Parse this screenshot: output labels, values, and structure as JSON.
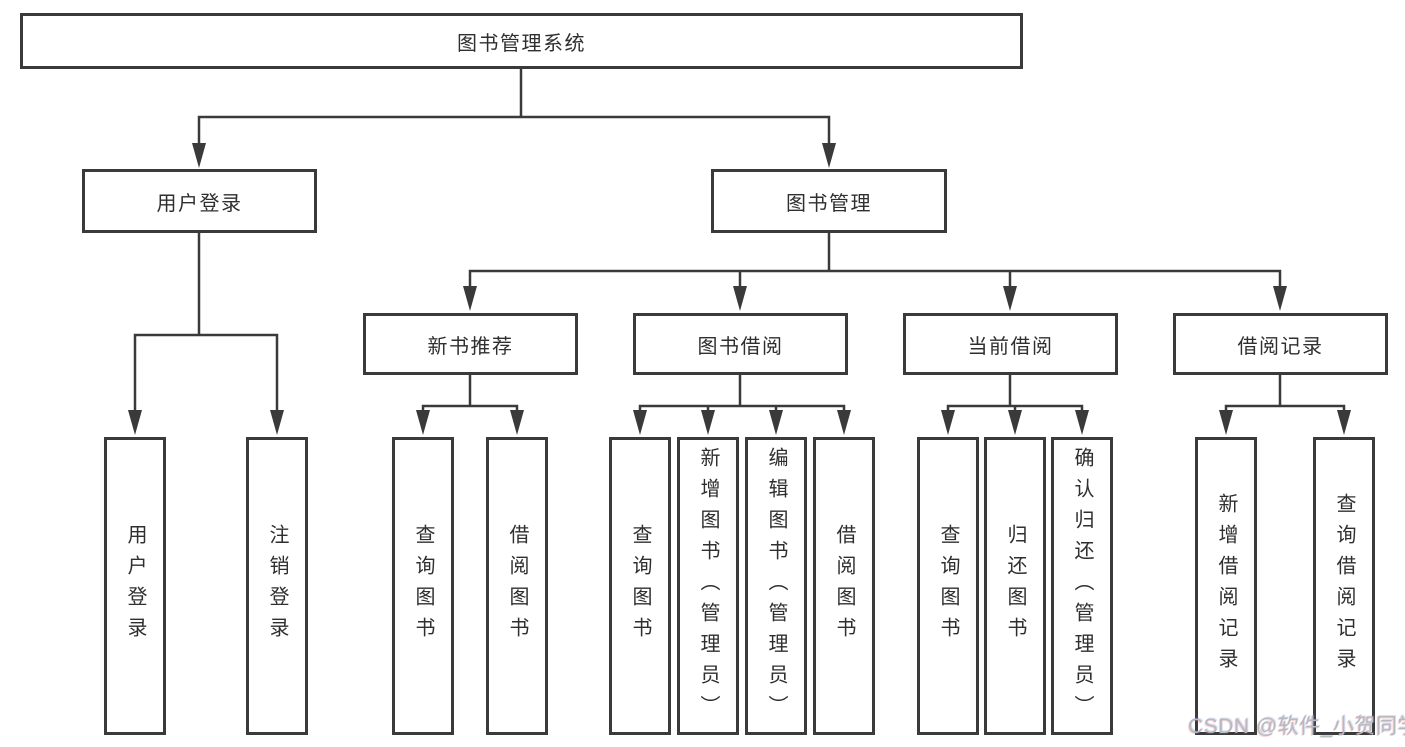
{
  "tree": {
    "root": {
      "label": "图书管理系统"
    },
    "children": [
      {
        "label": "用户登录",
        "children": [
          {
            "label": "用户登录"
          },
          {
            "label": "注销登录"
          }
        ]
      },
      {
        "label": "图书管理",
        "children": [
          {
            "label": "新书推荐",
            "children": [
              {
                "label": "查询图书"
              },
              {
                "label": "借阅图书"
              }
            ]
          },
          {
            "label": "图书借阅",
            "children": [
              {
                "label": "查询图书"
              },
              {
                "label": "新增图书（管理员）"
              },
              {
                "label": "编辑图书（管理员）"
              },
              {
                "label": "借阅图书"
              }
            ]
          },
          {
            "label": "当前借阅",
            "children": [
              {
                "label": "查询图书"
              },
              {
                "label": "归还图书"
              },
              {
                "label": "确认归还（管理员）"
              }
            ]
          },
          {
            "label": "借阅记录",
            "children": [
              {
                "label": "新增借阅记录"
              },
              {
                "label": "查询借阅记录"
              }
            ]
          }
        ]
      }
    ]
  },
  "watermark": {
    "text": "CSDN @软件_小贺同学"
  },
  "colors": {
    "border": "#3a3a3a",
    "line": "#3a3a3a",
    "text": "#2f2f2f",
    "watermark": "#b8b8c0",
    "background": "#ffffff"
  }
}
